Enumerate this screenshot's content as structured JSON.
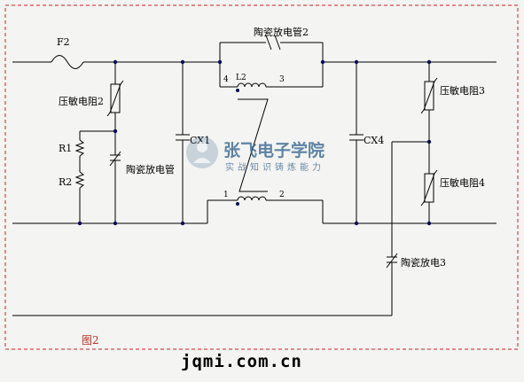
{
  "labels": {
    "fuse": "F2",
    "varistor_left": "压敏电阻2",
    "resistor_1": "R1",
    "resistor_2": "R2",
    "gdt_left": "陶瓷放电管",
    "gdt_top": "陶瓷放电管2",
    "capacitor_left": "CX1",
    "inductor": "L2",
    "pin_4": "4",
    "pin_3": "3",
    "pin_1": "1",
    "pin_2": "2",
    "capacitor_right": "CX4",
    "varistor_right_top": "压敏电阻3",
    "varistor_right_bottom": "压敏电阻4",
    "gdt_right": "陶瓷放电3",
    "figure_label": "图2"
  },
  "watermark": {
    "title": "张飞电子学院",
    "subtitle": "实战知识铸炼能力",
    "site": "jqmi.com.cn"
  },
  "colors": {
    "border": "#d02020",
    "watermark": "#2b5d8a",
    "figure_label": "#c03020",
    "junction": "#0b0b55"
  }
}
